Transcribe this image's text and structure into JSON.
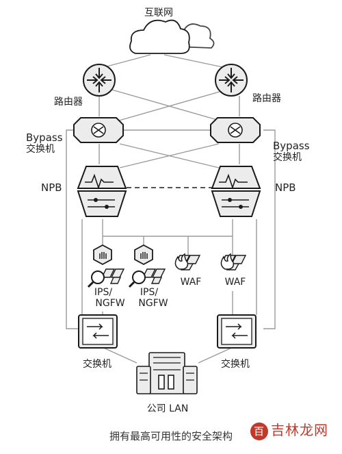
{
  "labels": {
    "internet": "互联网",
    "router_left": "路由器",
    "router_right": "路由器",
    "bypass_left_en": "Bypass",
    "bypass_left_cn": "交换机",
    "bypass_right_en": "Bypass",
    "bypass_right_cn": "交换机",
    "npb_left": "NPB",
    "npb_right": "NPB",
    "ips1_line1": "IPS/",
    "ips1_line2": "NGFW",
    "ips2_line1": "IPS/",
    "ips2_line2": "NGFW",
    "waf1": "WAF",
    "waf2": "WAF",
    "switch_left": "交换机",
    "switch_right": "交换机",
    "lan": "公司 LAN"
  },
  "caption": "拥有最高可用性的安全架构",
  "watermark": {
    "badge": "百",
    "text": "吉林龙网"
  },
  "colors": {
    "line": "#9a9a9a",
    "stroke": "#1a1a1a",
    "fill": "#ececec"
  }
}
